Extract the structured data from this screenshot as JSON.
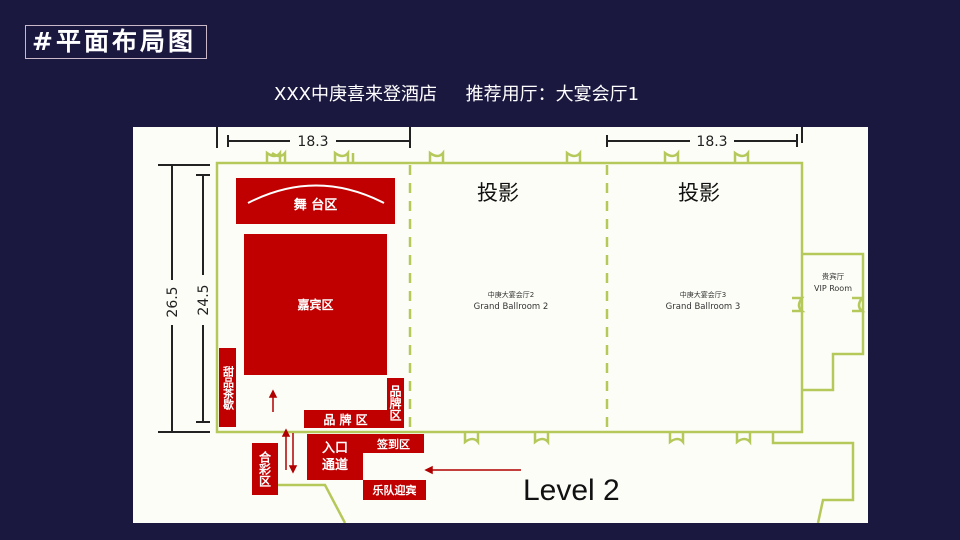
{
  "header": {
    "title": "#平面布局图",
    "subtitle": "XXX中庚喜来登酒店     推荐用厅：大宴会厅1"
  },
  "plan": {
    "dims": {
      "width_left": "18.3",
      "width_right": "18.3",
      "outer_height": "26.5",
      "inner_height": "24.5"
    },
    "zones": {
      "stage": "舞 台区",
      "guests": "嘉宾区",
      "dessert": "甜品茶歇",
      "brand_h": "品 牌 区",
      "brand_v": "品牌区",
      "photo": "合彩区",
      "entrance": "入口通道",
      "signin": "签到区",
      "band": "乐队迎宾"
    },
    "projection_2": "投影",
    "projection_3": "投影",
    "ballroom2_cn": "中庚大宴会厅2",
    "ballroom2_en": "Grand Ballroom 2",
    "ballroom3_cn": "中庚大宴会厅3",
    "ballroom3_en": "Grand Ballroom 3",
    "vip_cn": "贵宾厅",
    "vip_en": "VIP Room",
    "level": "Level 2"
  },
  "colors": {
    "background": "#1b1840",
    "zone": "#c00000",
    "wall": "#b5c95a"
  }
}
